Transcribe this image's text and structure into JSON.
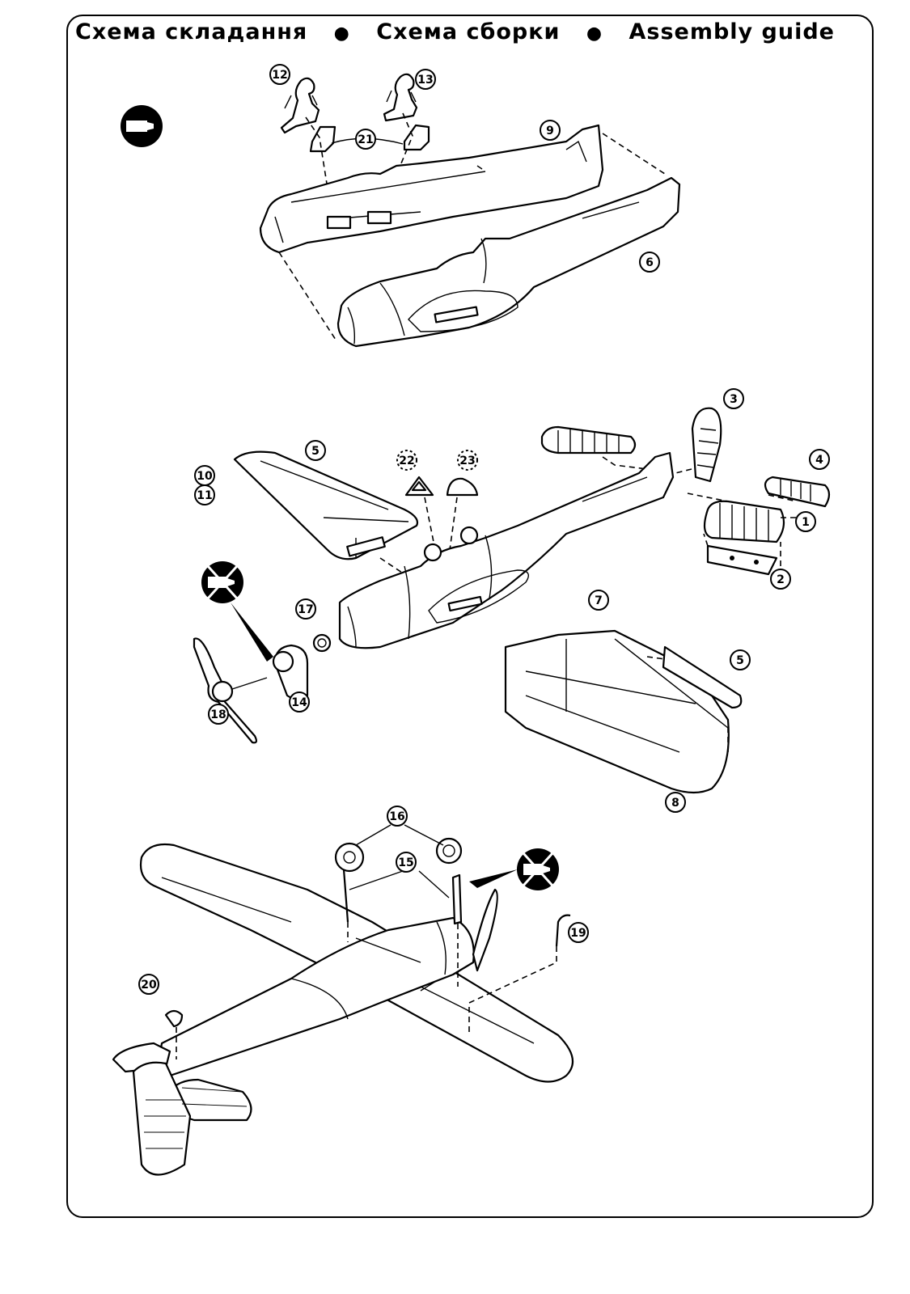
{
  "header": {
    "title_uk": "Схема складання",
    "title_ru": "Схема сборки",
    "title_en": "Assembly guide",
    "separator": "●"
  },
  "icons": {
    "glue": "glue-tube-icon",
    "no_glue": "no-glue-icon"
  },
  "callouts": {
    "c1": "1",
    "c2": "2",
    "c3": "3",
    "c4": "4",
    "c5a": "5",
    "c5b": "5",
    "c6": "6",
    "c7": "7",
    "c8": "8",
    "c9": "9",
    "c10": "10",
    "c11": "11",
    "c12": "12",
    "c13": "13",
    "c14": "14",
    "c15": "15",
    "c16": "16",
    "c17": "17",
    "c18": "18",
    "c19": "19",
    "c20": "20",
    "c21": "21",
    "c22": "22",
    "c23": "23"
  }
}
